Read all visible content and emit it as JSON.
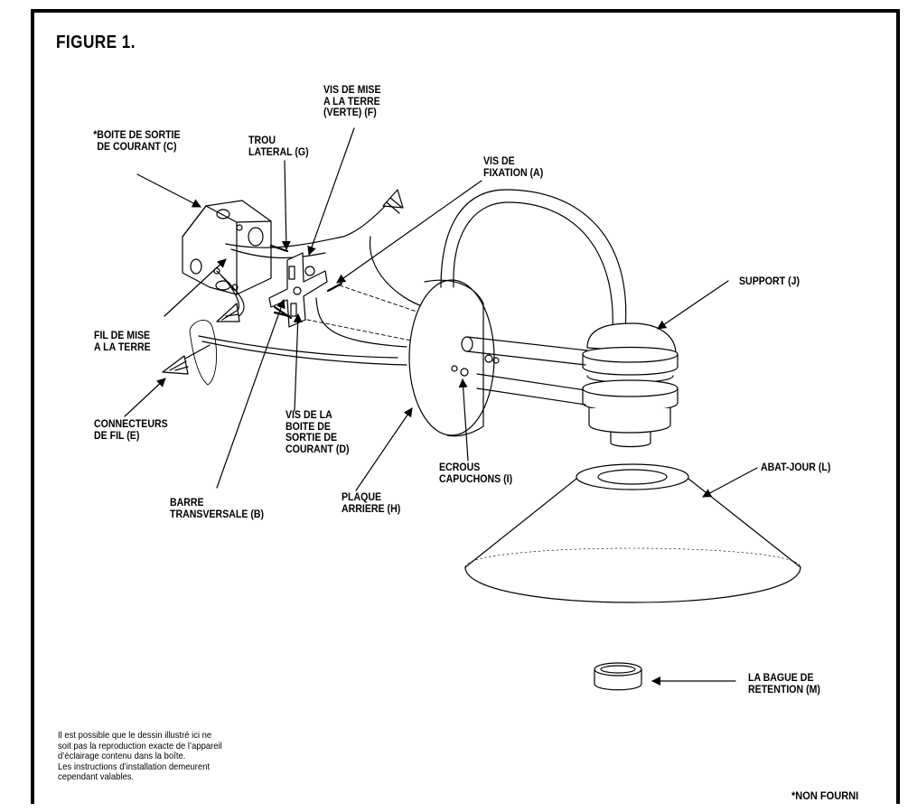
{
  "figure": {
    "title": "FIGURE 1."
  },
  "labels": {
    "mounting_screws": [
      "VIS DE",
      "FIXATION (A)"
    ],
    "crossbar": [
      "BARRE",
      "TRANSVERSALE (B)"
    ],
    "outlet_box": [
      "*BOITE DE SORTIE",
      "DE COURANT (C)"
    ],
    "outlet_box_screws": [
      "VIS DE LA",
      "BOITE DE",
      "SORTIE DE",
      "COURANT (D)"
    ],
    "wire_connectors": [
      "CONNECTEURS",
      "DE FIL (E)"
    ],
    "ground_screw": [
      "VIS DE MISE",
      "A LA TERRE",
      "(VERTE) (F)"
    ],
    "side_hole": [
      "TROU",
      "LATERAL (G)"
    ],
    "backplate": [
      "PLAQUE",
      "ARRIERE (H)"
    ],
    "cap_nuts": [
      "ECROUS",
      "CAPUCHONS (I)"
    ],
    "arm": [
      "SUPPORT (J)"
    ],
    "ground_wire": [
      "FIL DE MISE",
      "A LA TERRE"
    ],
    "shade": [
      "ABAT-JOUR (L)"
    ],
    "retaining_ring": [
      "LA BAGUE DE",
      "RETENTION (M)"
    ]
  },
  "disclaimer": [
    "Il est possible que le dessin illustré ici ne",
    "soit pas la reproduction exacte de l’appareil",
    "d’éclairage contenu dans la boîte.",
    "Les instructions d’installation demeurent",
    "cependant valables."
  ],
  "footnote": "*NON FOURNI"
}
